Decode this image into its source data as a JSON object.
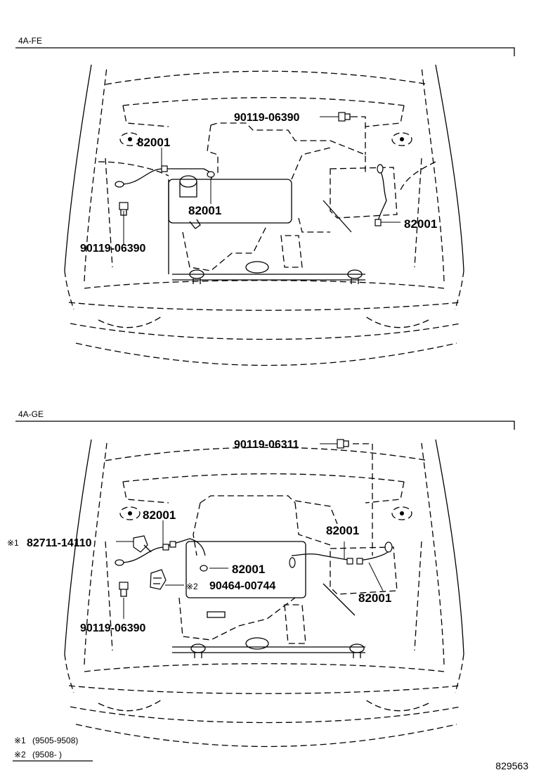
{
  "sections": [
    {
      "title": "4A‑FE",
      "labels": {
        "bolt_top": "90119-06390",
        "ground_left": "82001",
        "ground_center": "82001",
        "ground_right": "82001",
        "bolt_left": "90119-06390"
      }
    },
    {
      "title": "4A‑GE",
      "labels": {
        "bolt_top": "90119-06311",
        "ground_left": "82001",
        "sensor_mark": "※1",
        "sensor": "82711-14110",
        "ground_right_upper": "82001",
        "ground_center": "82001",
        "clamp_mark": "※2",
        "clamp": "90464-00744",
        "ground_right_lower": "82001",
        "bolt_left": "90119-06390"
      }
    }
  ],
  "notes": [
    {
      "mark": "※1",
      "text": "(9505-9508)"
    },
    {
      "mark": "※2",
      "text": "(9508-      )"
    }
  ],
  "figure_number": "829563"
}
